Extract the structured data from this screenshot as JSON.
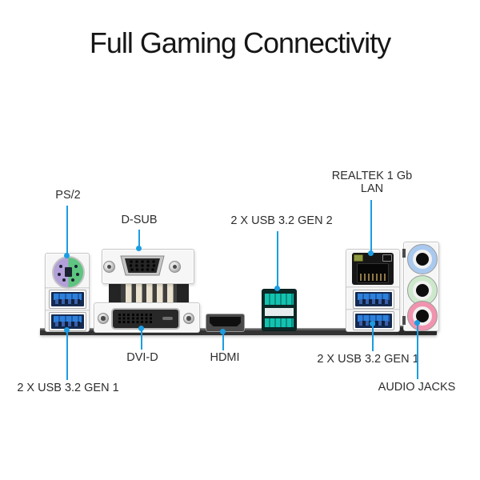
{
  "title": "Full Gaming Connectivity",
  "labels": {
    "ps2": "PS/2",
    "d_sub": "D-SUB",
    "dvi_d": "DVI-D",
    "hdmi": "HDMI",
    "usb_gen2": "2 X USB 3.2 GEN 2",
    "usb_gen1_left": "2 X USB 3.2 GEN 1",
    "usb_gen1_right": "2 X USB 3.2 GEN 1",
    "lan_line1": "REALTEK 1 Gb",
    "lan_line2": "LAN",
    "audio_jacks": "AUDIO JACKS"
  },
  "colors": {
    "leader_line": "#1b9de2",
    "usb3_gen1_blue": "#2e80da",
    "usb3_gen2_teal": "#12c3b0",
    "ps2_keyboard_purple": "#b3a0d9",
    "ps2_mouse_green": "#5ec47f",
    "audio_line_in_blue": "#a9c9ef",
    "audio_line_out_green": "#cde9cb",
    "audio_mic_pink": "#f193af"
  }
}
